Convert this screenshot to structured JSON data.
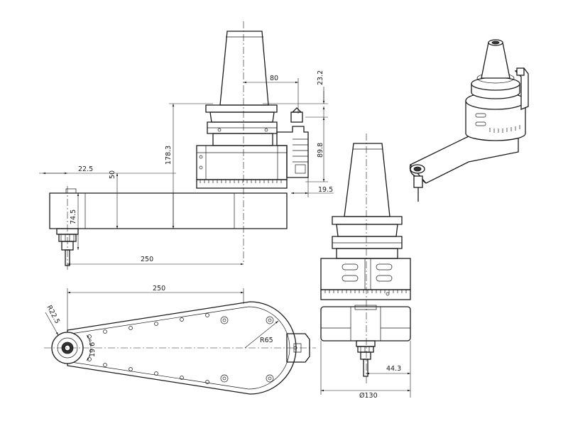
{
  "dimensions": {
    "top_offset": "22.5",
    "arm_height": "50",
    "tool_height": "74.5",
    "total_height": "178.3",
    "head_width": "80",
    "top_gap": "23.2",
    "block_height": "89.8",
    "side_offset": "19.5",
    "reach_side": "250",
    "reach_top": "250",
    "tip_radius": "R22.5",
    "tip_angle": "19.6°",
    "body_radius": "R65",
    "front_offset": "44.3",
    "diameter": "Ø130"
  }
}
